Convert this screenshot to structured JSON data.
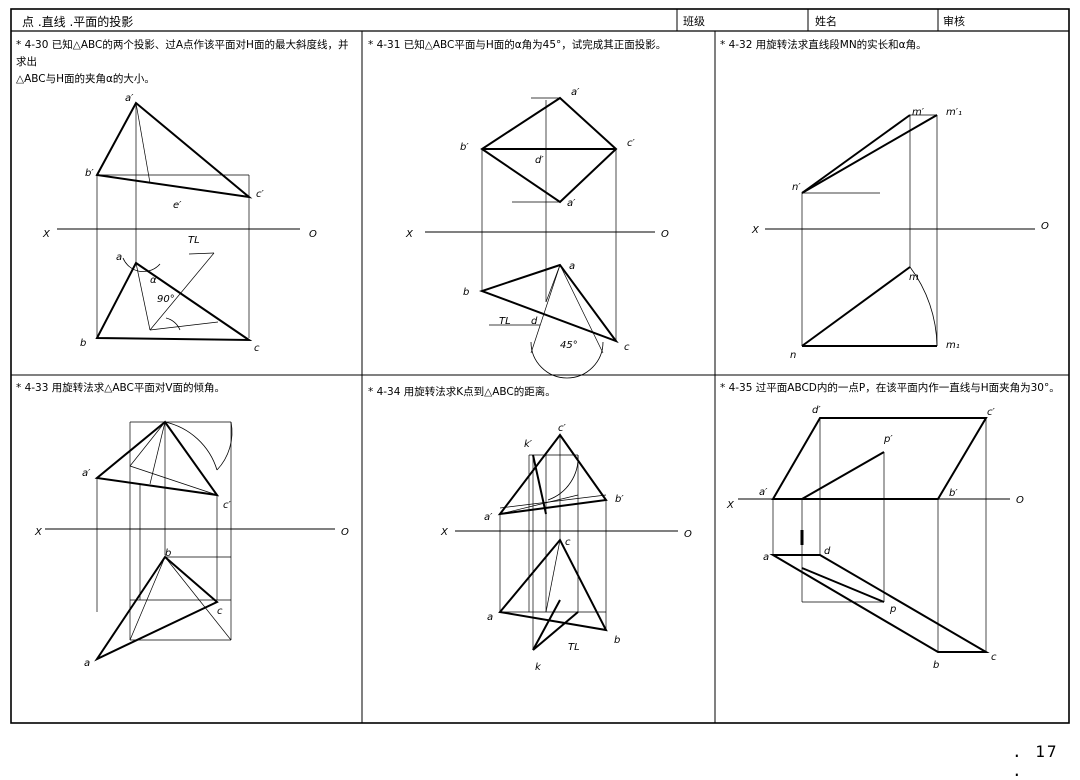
{
  "header": {
    "title": "点 .直线 .平面的投影",
    "class_label": "班级",
    "name_label": "姓名",
    "review_label": "审核"
  },
  "problems": [
    {
      "caption_line1": "* 4-30  已知△ABC的两个投影、过A点作该平面对H面的最大斜度线，并求出",
      "caption_line2": "△ABC与H面的夹角α的大小。",
      "labels": {
        "a_prime": "a′",
        "b_prime": "b′",
        "c_prime": "c′",
        "e_prime": "e′",
        "a": "a",
        "b": "b",
        "c": "c",
        "x": "X",
        "o": "O",
        "tl": "TL",
        "alpha": "α",
        "ninety": "90°"
      }
    },
    {
      "caption": "* 4-31  已知△ABC平面与H面的α角为45°，试完成其正面投影。",
      "labels": {
        "a_prime": "a′",
        "b_prime": "b′",
        "c_prime": "c′",
        "d_prime": "d′",
        "a_prime2": "a′",
        "a": "a",
        "b": "b",
        "c": "c",
        "d": "d",
        "x": "X",
        "o": "O",
        "tl": "TL",
        "angle": "45°"
      }
    },
    {
      "caption": "* 4-32  用旋转法求直线段MN的实长和α角。",
      "labels": {
        "m_prime": "m′",
        "m1_prime": "m′₁",
        "n_prime": "n′",
        "m": "m",
        "m1": "m₁",
        "n": "n",
        "x": "X",
        "o": "O"
      }
    },
    {
      "caption": "* 4-33  用旋转法求△ABC平面对V面的倾角。",
      "labels": {
        "a_prime": "a′",
        "c_prime": "c′",
        "b": "b",
        "c": "c",
        "a": "a",
        "x": "X",
        "o": "O"
      }
    },
    {
      "caption": "* 4-34  用旋转法求K点到△ABC的距离。",
      "labels": {
        "c_prime": "c′",
        "k_prime": "k′",
        "a_prime": "a′",
        "b_prime": "b′",
        "c": "c",
        "a": "a",
        "b": "b",
        "k": "k",
        "x": "X",
        "o": "O",
        "tl": "TL"
      }
    },
    {
      "caption": "* 4-35  过平面ABCD内的一点P，在该平面内作一直线与H面夹角为30°。",
      "labels": {
        "d_prime": "d′",
        "c_prime": "c′",
        "p_prime": "p′",
        "a_prime": "a′",
        "b_prime": "b′",
        "a": "a",
        "d": "d",
        "p": "p",
        "b": "b",
        "c": "c",
        "x": "X",
        "o": "O"
      }
    }
  ],
  "page_number": ". 17 ."
}
